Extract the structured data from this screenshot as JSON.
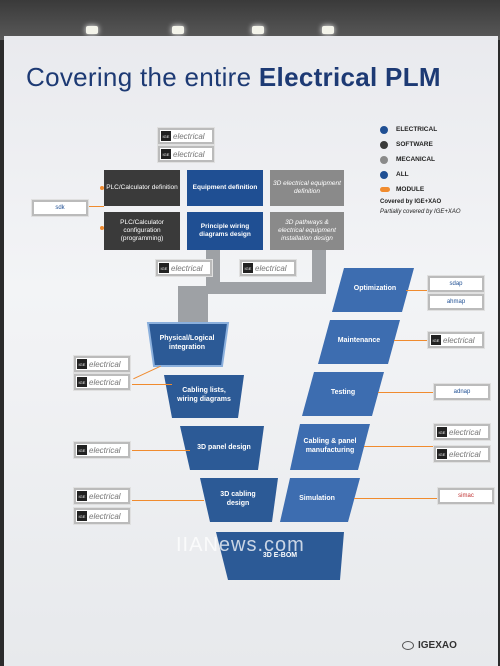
{
  "title": {
    "regular": "Covering the entire ",
    "bold": "Electrical PLM"
  },
  "legend": {
    "electrical": "ELECTRICAL",
    "software": "SOFTWARE",
    "mecanical": "MECANICAL",
    "all": "ALL",
    "module": "MODULE",
    "covered": "Covered by IGE+XAO",
    "partial": "Partially covered by IGE+XAO",
    "colors": {
      "electrical": "#1f4f93",
      "software": "#3a3a3a",
      "mecanical": "#8a8a8a",
      "all": "#1f4f93",
      "module": "#f08b2e"
    }
  },
  "top_boxes": {
    "plc_definition": "PLC/Calculator definition",
    "equipment_definition": "Equipment definition",
    "equipment_3d": "3D electrical equipment definition",
    "plc_configuration": "PLC/Calculator configuration (programming)",
    "principle_diagrams": "Principle wiring diagrams design",
    "pathways_3d": "3D pathways & electrical equipment installation design"
  },
  "v_left": {
    "integration": "Physical/Logical integration",
    "cabling_lists": "Cabling lists, wiring diagrams",
    "panel_3d": "3D panel design",
    "cabling_3d": "3D cabling design"
  },
  "v_right": {
    "optimization": "Optimization",
    "maintenance": "Maintenance",
    "testing": "Testing",
    "cabling_panel": "Cabling & panel manufacturing",
    "simulation": "Simulation"
  },
  "v_bottom": "3D E-BOM",
  "logos": {
    "electrical": "electrical",
    "sdk": "sdk",
    "sdap": "sdap",
    "ahmap": "ahmap",
    "adnap": "adnap",
    "simac": "simac"
  },
  "watermark": "IIANews.com",
  "brand": "IGEXAO"
}
